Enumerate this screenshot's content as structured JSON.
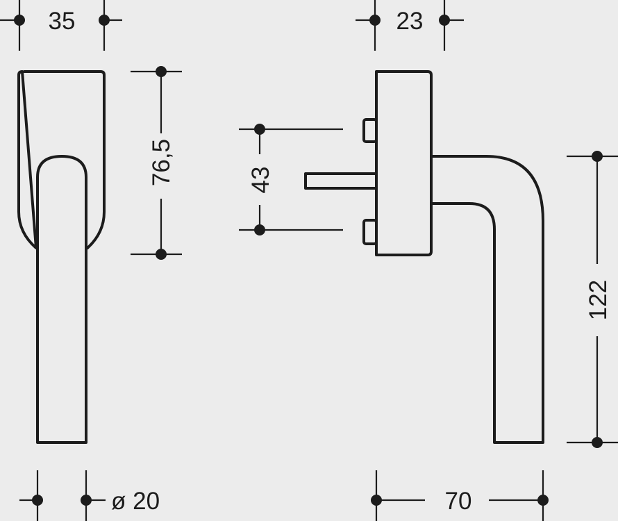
{
  "dimensions": {
    "front_width": "35",
    "rose_height": "76,5",
    "shank_diameter": "ø 20",
    "side_depth": "23",
    "screw_spacing": "43",
    "handle_height": "122",
    "projection": "70"
  }
}
